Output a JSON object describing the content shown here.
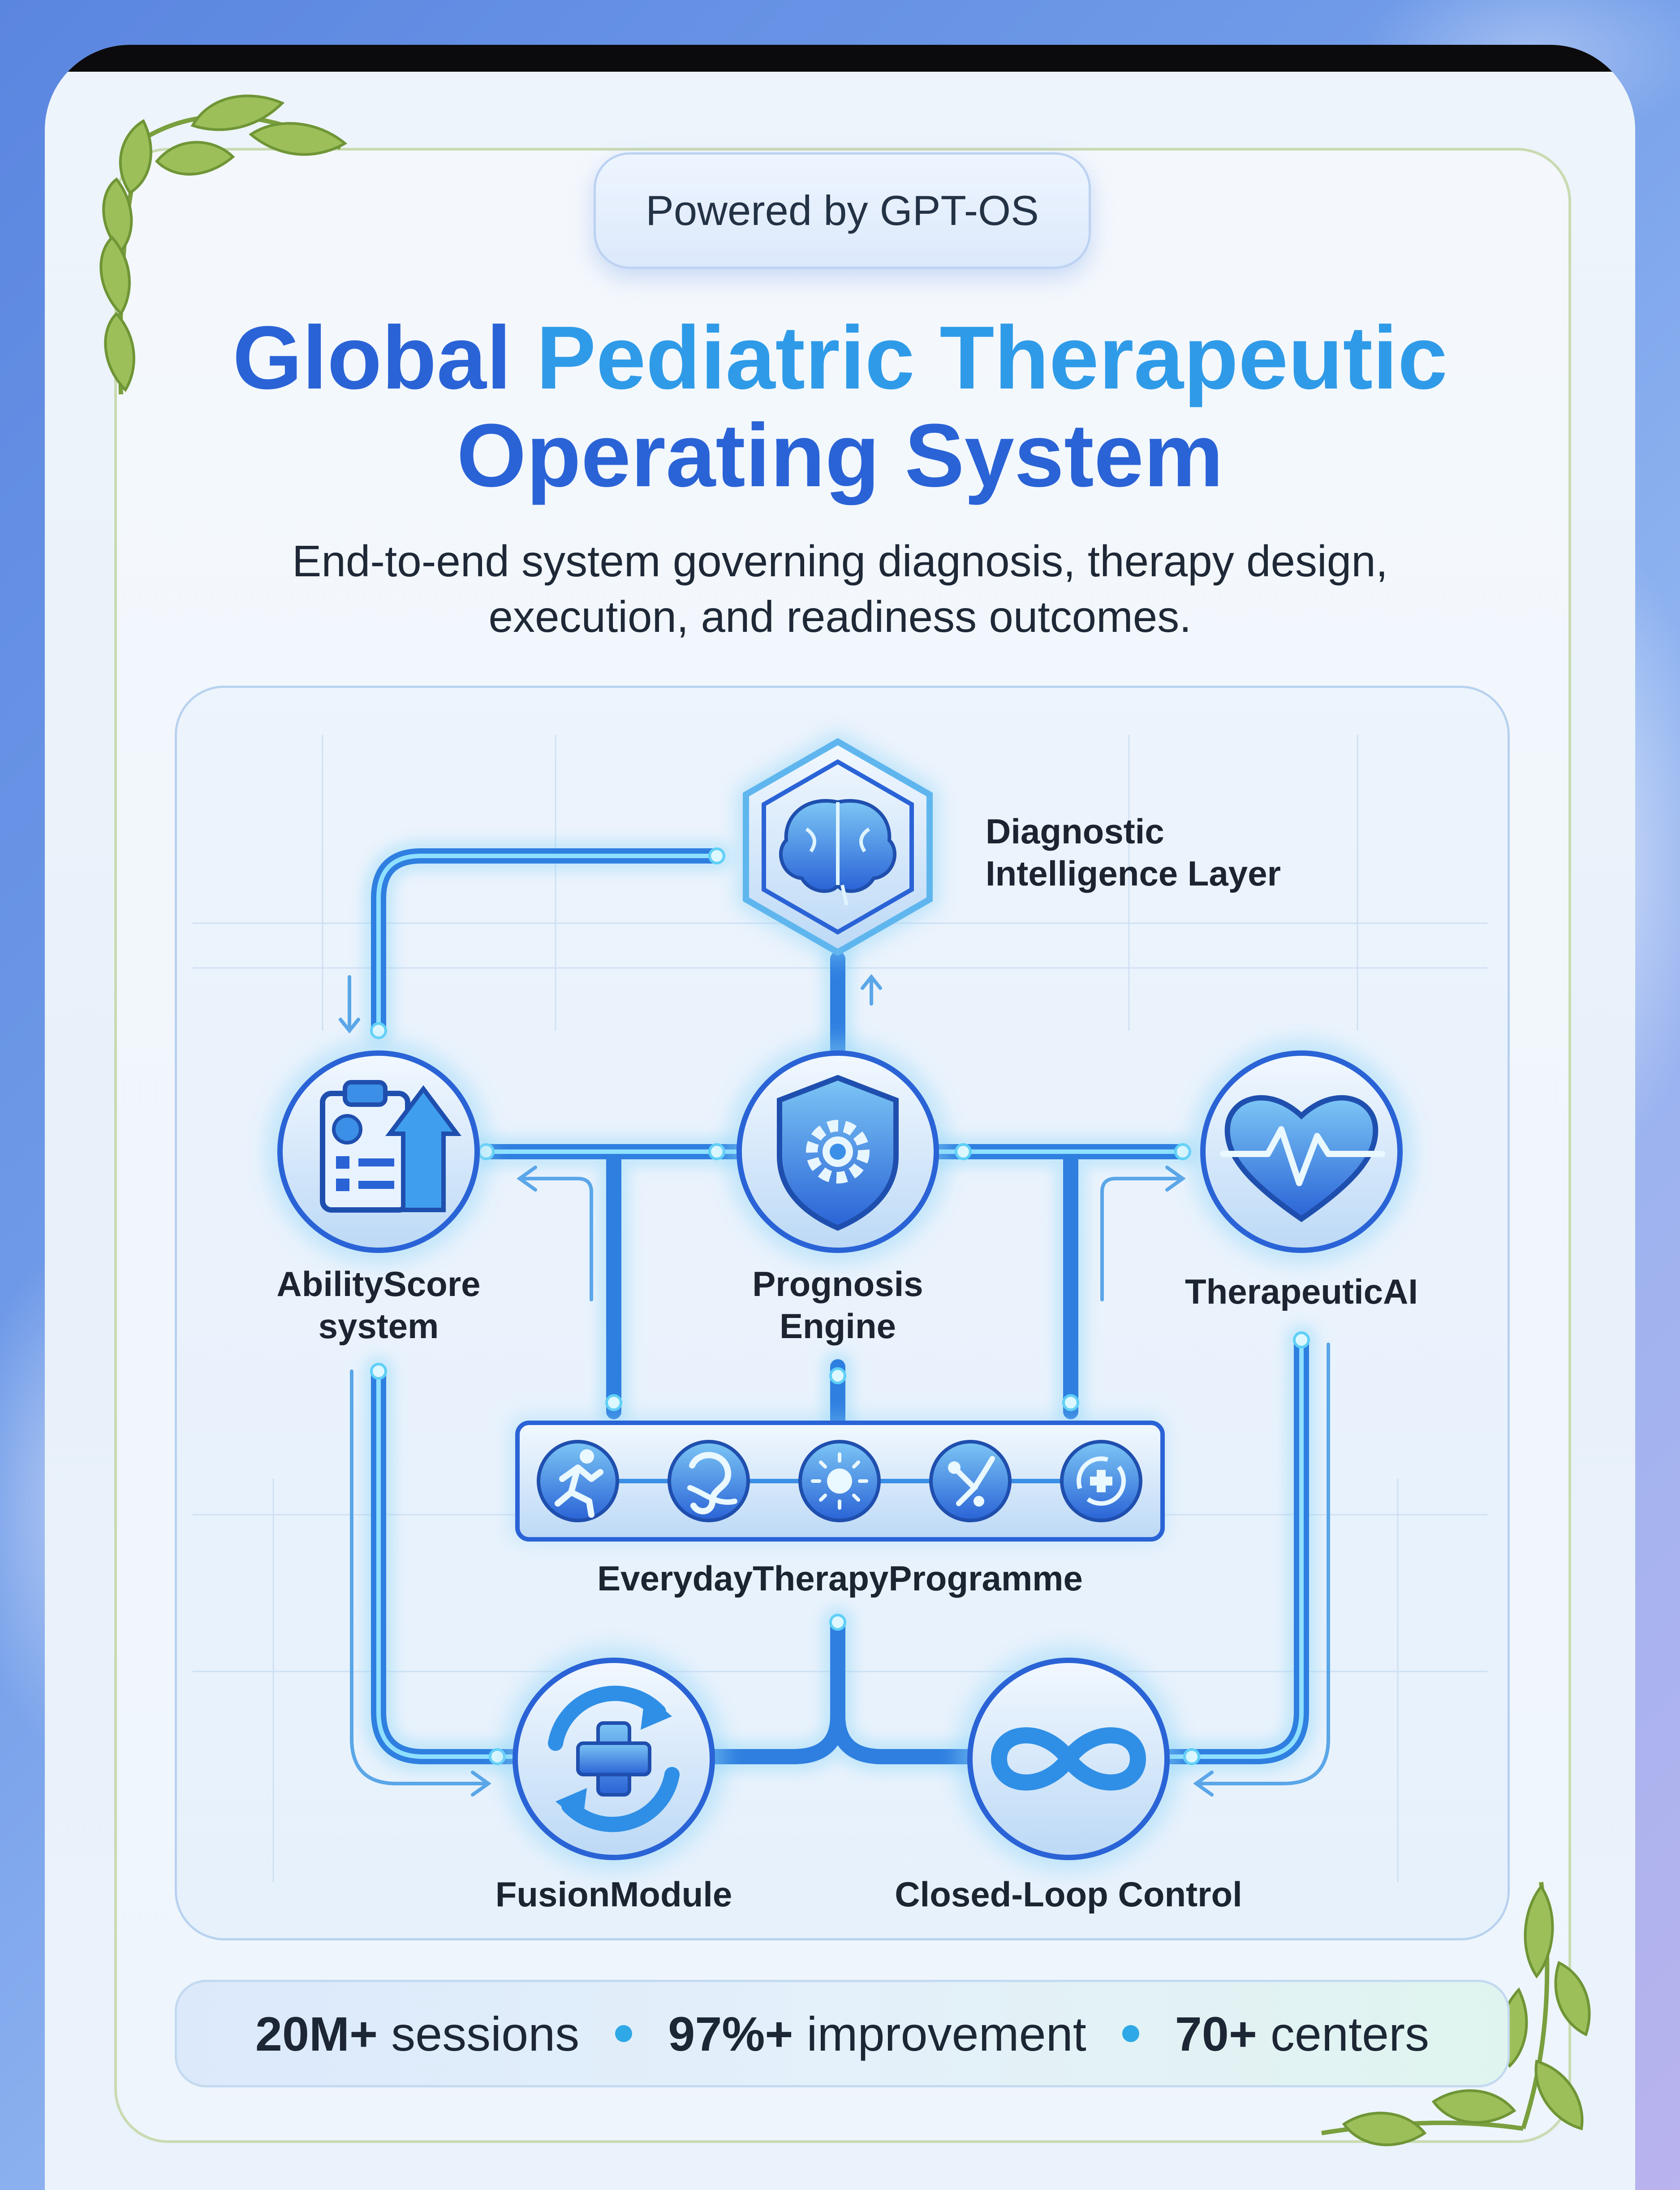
{
  "badge": {
    "label": "Powered by GPT-OS"
  },
  "title": {
    "line1_part1": "Global",
    "line1_part2": "Pediatric Therapeutic",
    "line2": "Operating System"
  },
  "subtitle": {
    "line1": "End-to-end system governing diagnosis, therapy design,",
    "line2": "execution, and readiness outcomes."
  },
  "nodes": {
    "diagnostic": {
      "line1": "Diagnostic",
      "line2": "Intelligence Layer",
      "icon": "brain-icon"
    },
    "ability": {
      "line1": "AbilityScore",
      "line2": "system",
      "icon": "clipboard-chart-icon"
    },
    "prognosis": {
      "line1": "Prognosis",
      "line2": "Engine",
      "icon": "shield-gear-icon"
    },
    "therapeutic": {
      "label": "TherapeuticAI",
      "icon": "heart-pulse-icon"
    },
    "everyday": {
      "label": "EverydayTherapyProgramme",
      "icons": [
        "running-icon",
        "ear-icon",
        "sun-icon",
        "motion-icon",
        "medical-cycle-icon"
      ]
    },
    "fusion": {
      "label": "FusionModule",
      "icon": "plus-cycle-icon"
    },
    "closed_loop": {
      "label": "Closed-Loop Control",
      "icon": "infinity-icon"
    }
  },
  "stats": [
    {
      "value": "20M+",
      "label": "sessions"
    },
    {
      "value": "97%+",
      "label": "improvement"
    },
    {
      "value": "70+",
      "label": "centers"
    }
  ],
  "colors": {
    "accent_blue": "#2a63d6",
    "accent_cyan": "#2f9be8",
    "line_glow": "#3fb8f0",
    "leaf_green": "#9cbf5a"
  }
}
